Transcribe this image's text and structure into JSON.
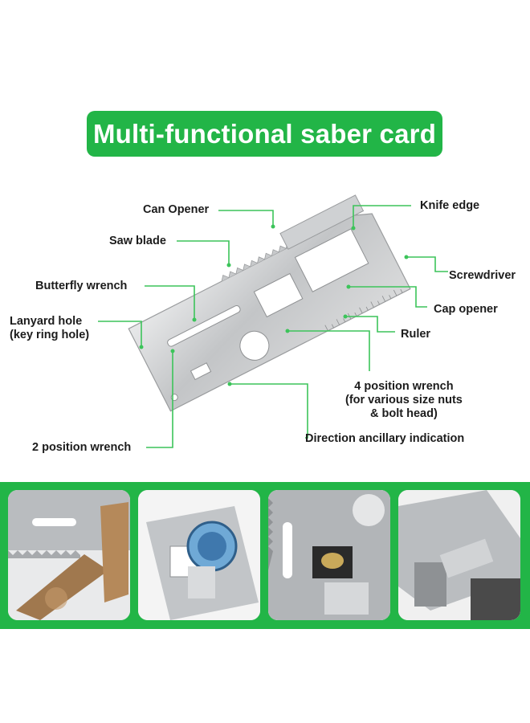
{
  "title": "Multi-functional saber card",
  "labels": {
    "can_opener": "Can Opener",
    "saw_blade": "Saw blade",
    "butterfly_wrench": "Butterfly wrench",
    "lanyard_hole_line1": "Lanyard hole",
    "lanyard_hole_line2": "(key ring hole)",
    "two_position_wrench": "2 position wrench",
    "knife_edge": "Knife edge",
    "screwdriver": "Screwdriver",
    "cap_opener": "Cap opener",
    "ruler": "Ruler",
    "four_position_line1": "4 position wrench",
    "four_position_line2": "(for various size nuts",
    "four_position_line3": "& bolt head)",
    "direction_indication": "Direction ancillary indication"
  },
  "colors": {
    "accent_green": "#22b547",
    "pointer_green": "#3cc45a",
    "steel": "#c9cbcd"
  },
  "photos": [
    "saw-cutting-wood-photo",
    "bottle-cap-opener-photo",
    "screwdriver-bolt-photo",
    "wrench-use-photo"
  ]
}
